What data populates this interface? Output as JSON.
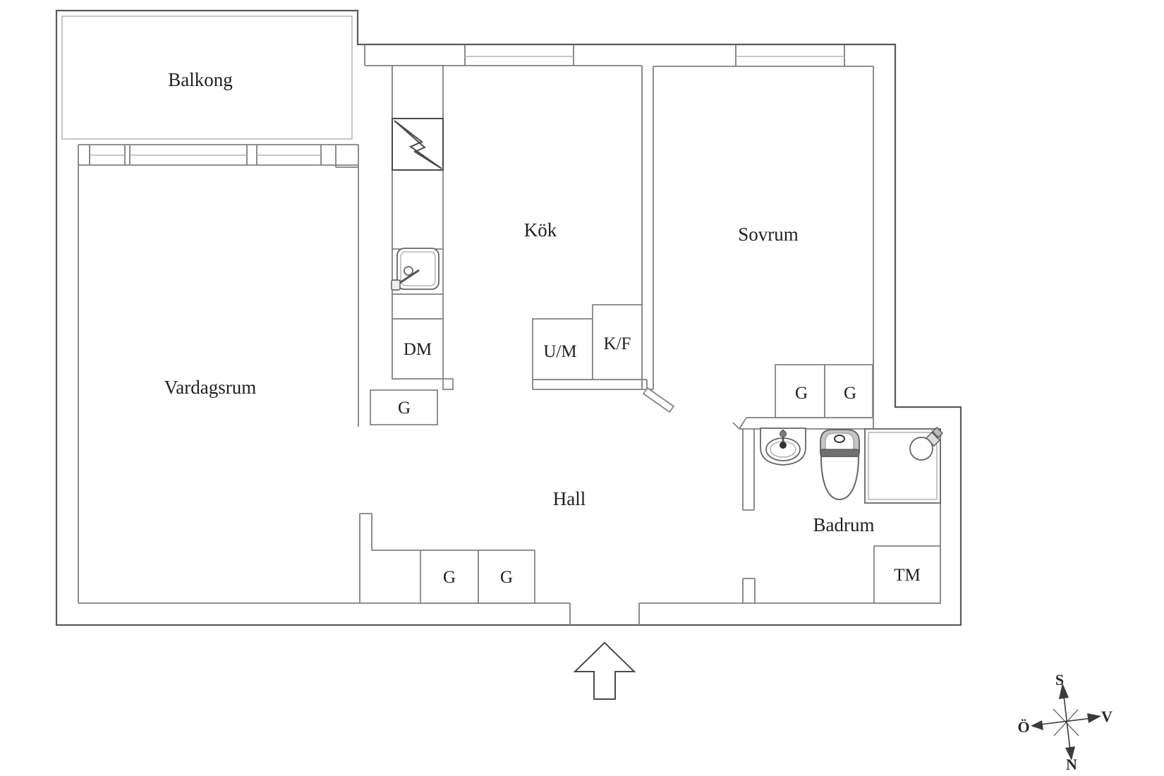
{
  "plan": {
    "rooms": {
      "balcony": "Balkong",
      "living_room": "Vardagsrum",
      "kitchen": "Kök",
      "bedroom": "Sovrum",
      "hall": "Hall",
      "bathroom": "Badrum"
    },
    "labels": {
      "dishwasher": "DM",
      "oven_microwave": "U/M",
      "fridge_freezer": "K/F",
      "washing_machine": "TM",
      "wardrobe": "G"
    },
    "compass": {
      "south": "S",
      "north": "N",
      "west": "V",
      "east": "Ö"
    },
    "colors": {
      "background": "#ffffff",
      "wall_outer": "#5a5a5a",
      "wall_inner": "#808080",
      "thin_line": "#a8a8a8",
      "furniture": "#666666",
      "text": "#1f1f1f",
      "toilet_seat": "#707070",
      "tank_fill": "#c6c6c6"
    }
  }
}
